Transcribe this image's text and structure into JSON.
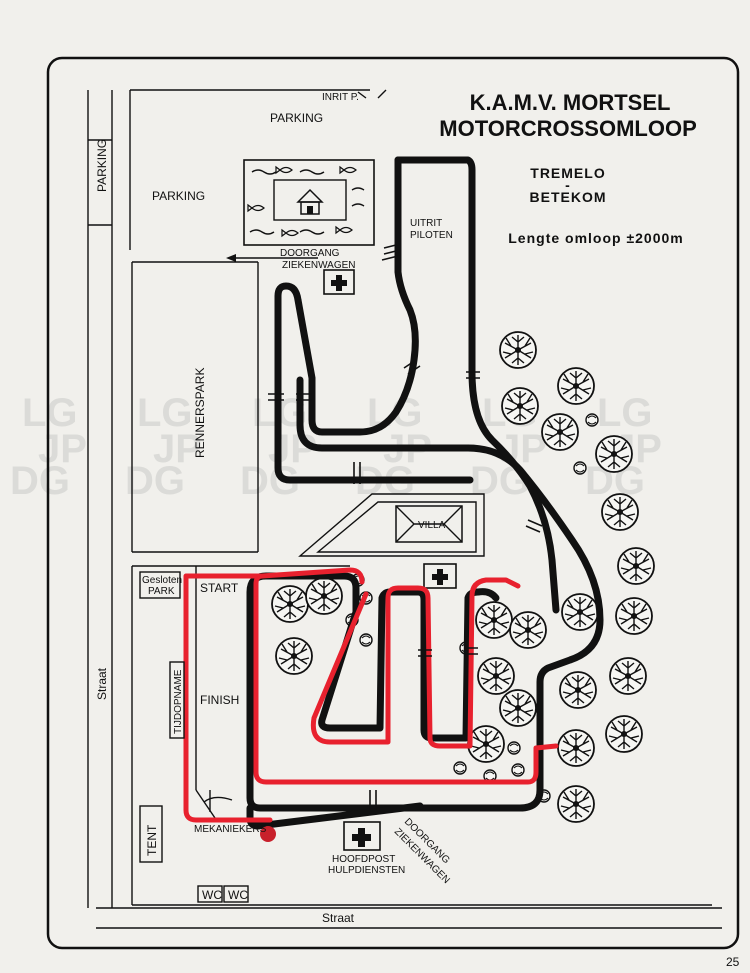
{
  "title": {
    "line1": "K.A.M.V. MORTSEL",
    "line2": "MOTORCROSSOMLOOP"
  },
  "location": {
    "town1": "TREMELO",
    "dash": "-",
    "town2": "BETEKOM"
  },
  "length_note": "Lengte omloop ±2000m",
  "labels": {
    "inrit": "INRIT P.",
    "parking_top": "PARKING",
    "parking_left": "PARKING",
    "parking_vertical": "PARKING",
    "uitrit_line1": "UITRIT",
    "uitrit_line2": "PILOTEN",
    "doorgang_line1": "DOORGANG",
    "doorgang_line2": "ZIEKENWAGEN",
    "rennerspark": "RENNERSPARK",
    "villa": "VILLA",
    "gesloten_line1": "Gesloten",
    "gesloten_line2": "PARK",
    "start": "START",
    "finish": "FINISH",
    "tijdopname": "TIJDOPNAME",
    "straat_left": "Straat",
    "straat_bottom": "Straat",
    "tent": "TENT",
    "mekaniekers": "MEKANIEKERS",
    "hoofdpost_line1": "HOOFDPOST",
    "hoofdpost_line2": "HULPDIENSTEN",
    "doorgang2_line1": "DOORGANG",
    "doorgang2_line2": "ZIEKENWAGEN",
    "wc1": "WC",
    "wc2": "WC"
  },
  "watermark": {
    "top": "LG",
    "mid": "JP",
    "bottom": "DG"
  },
  "page_number": "25",
  "colors": {
    "track": "#111111",
    "red_loop": "#e8212e",
    "paper": "#f1f0ec",
    "watermark": "#d9d9d6"
  },
  "icons": [
    "first-aid-cross-icon",
    "house-icon",
    "fish-icon",
    "tree-icon",
    "bush-icon",
    "arrow-left-icon"
  ]
}
